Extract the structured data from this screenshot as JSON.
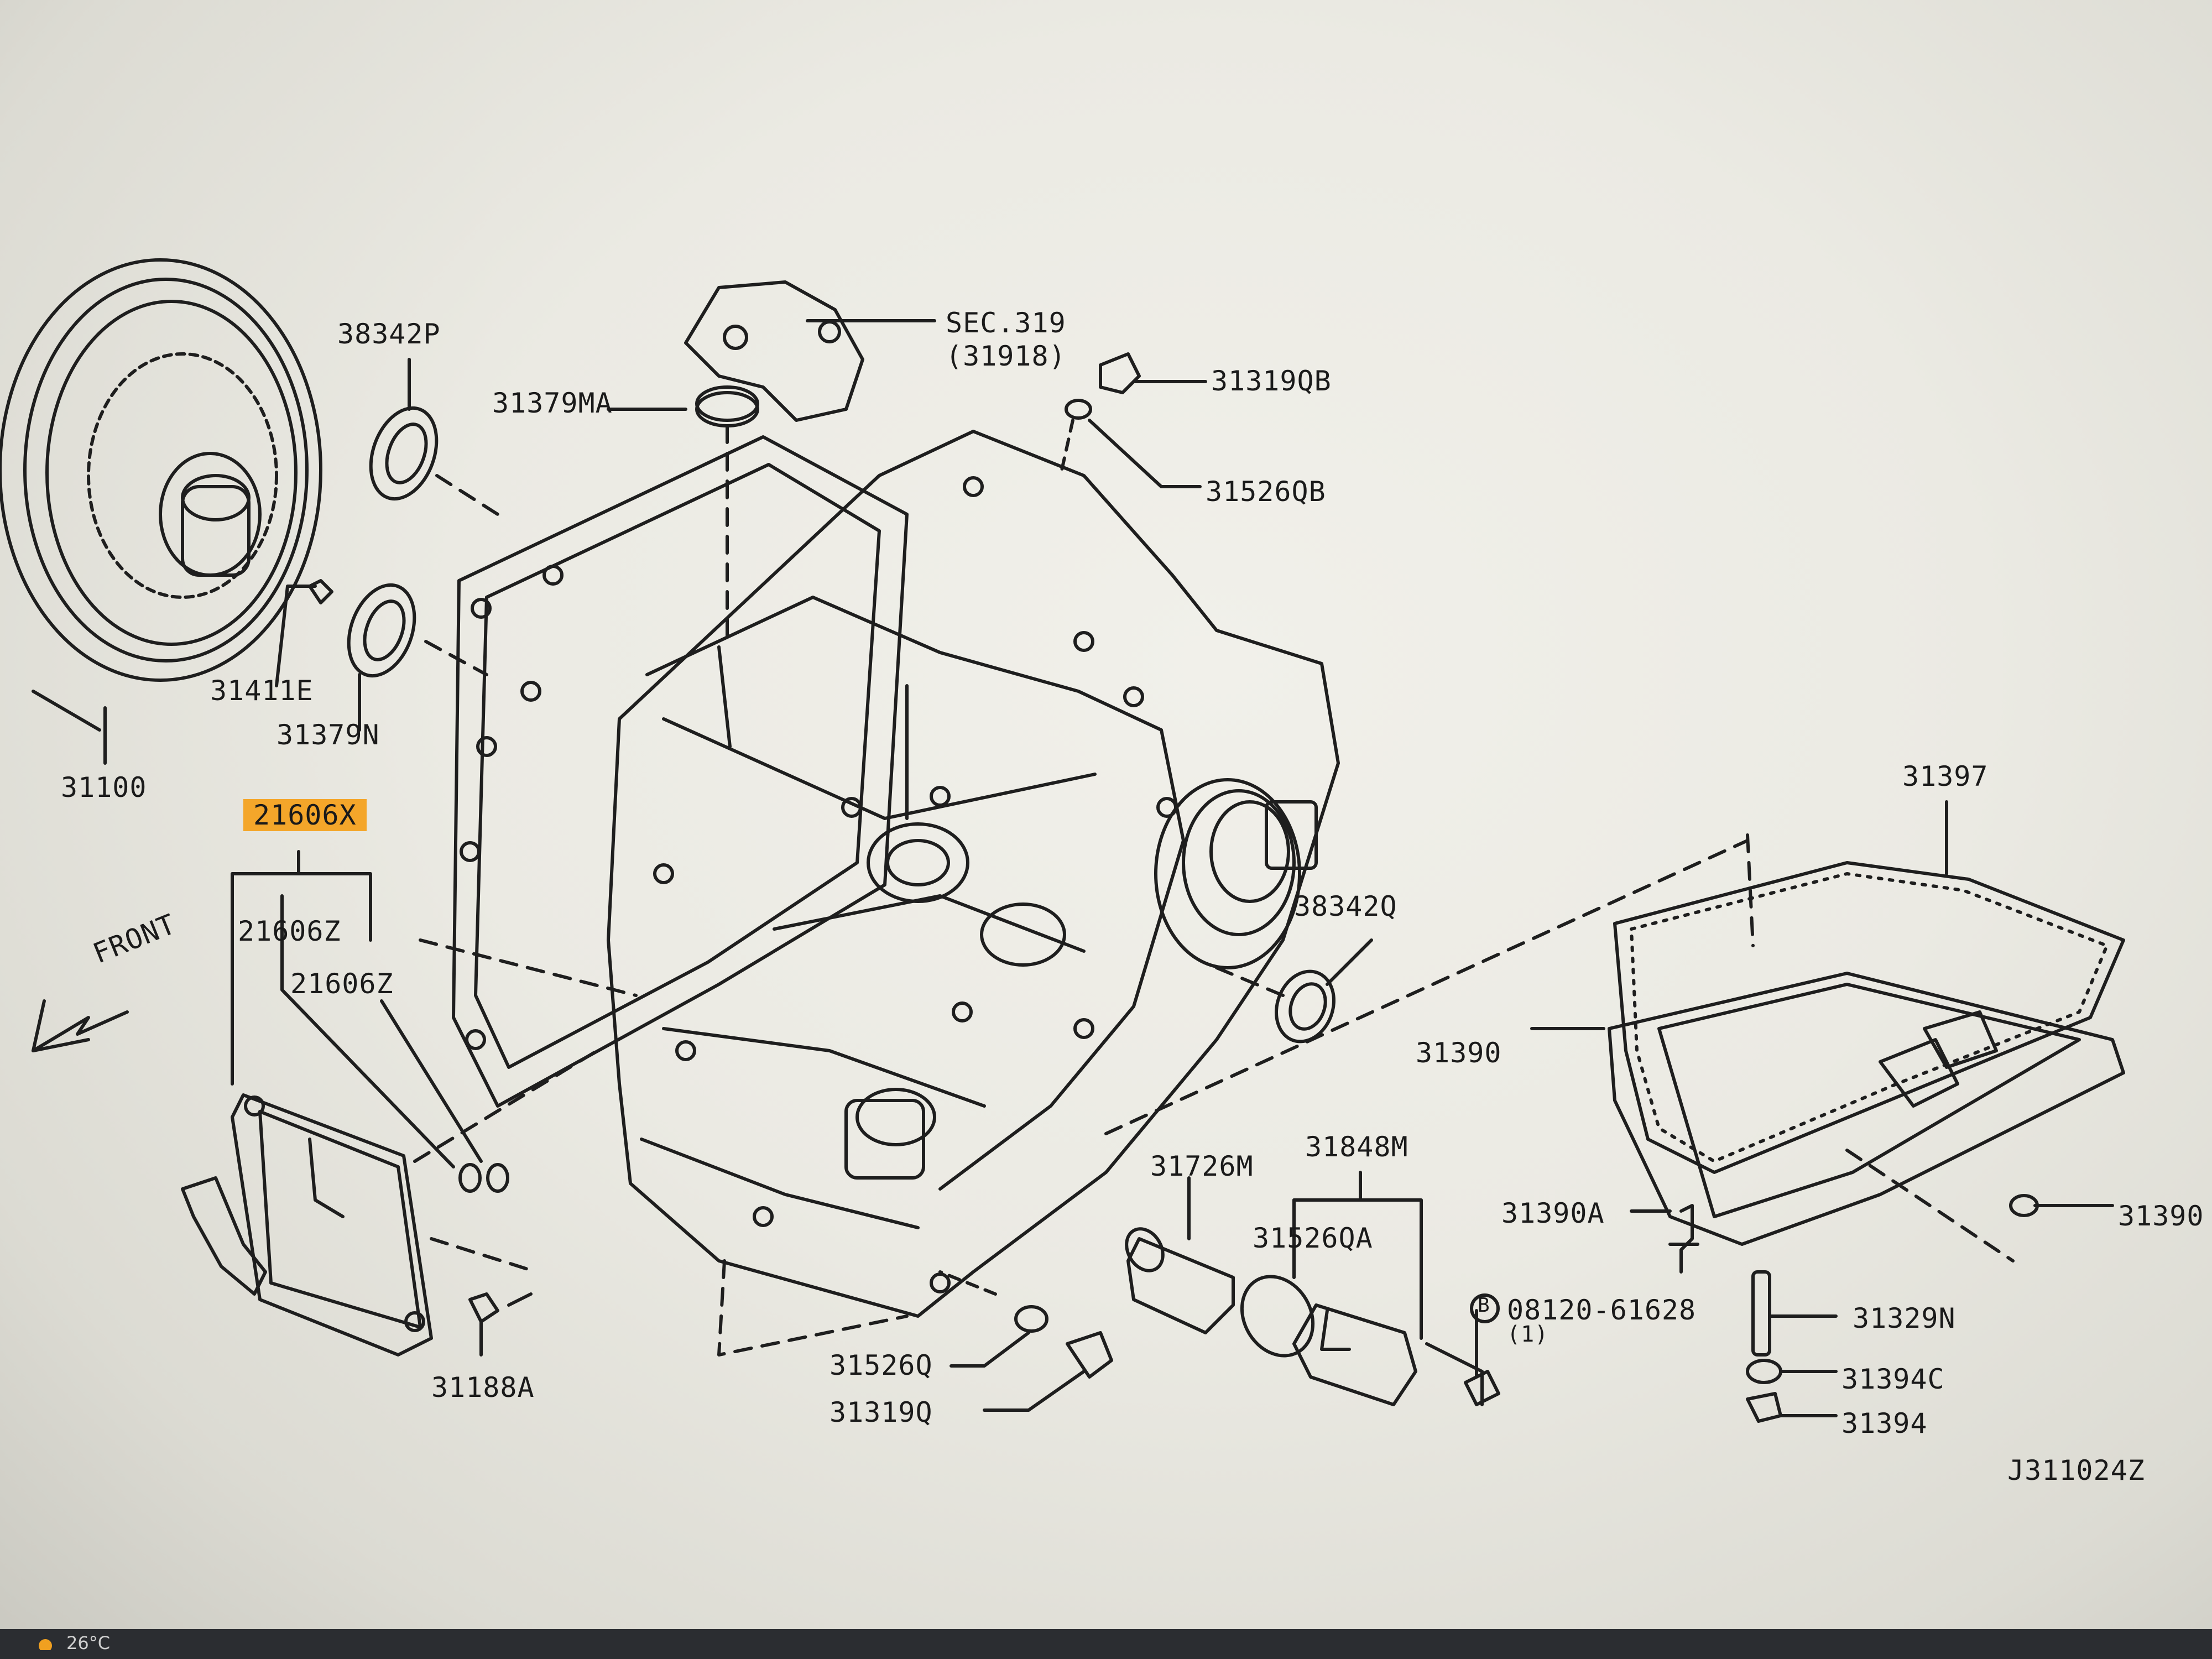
{
  "diagram": {
    "reference_code": "J311024Z",
    "front_label": "FRONT",
    "parts": {
      "p31100": "31100",
      "p38342P": "38342P",
      "p31379MA": "31379MA",
      "p31411E": "31411E",
      "p31379N": "31379N",
      "p21606X": "21606X",
      "p21606Z_1": "21606Z",
      "p21606Z_2": "21606Z",
      "sec_ref": "SEC.319",
      "sec_ref_sub": "(31918)",
      "p31319QB": "31319QB",
      "p31526QB": "31526QB",
      "p38342Q": "38342Q",
      "p31397": "31397",
      "p31390": "31390",
      "p31390A": "31390A",
      "p31390_2": "31390",
      "p31726M": "31726M",
      "p31848M": "31848M",
      "p31526QA": "31526QA",
      "bolt_spec": "08120-61628",
      "bolt_qty": "(1)",
      "bolt_marker": "B",
      "p31329N": "31329N",
      "p31394C": "31394C",
      "p31394": "31394",
      "p31526Q": "31526Q",
      "p31319Q": "31319Q",
      "p31188A": "31188A"
    },
    "highlight_color": "#f4a62a"
  },
  "taskbar": {
    "temperature": "26°C"
  }
}
